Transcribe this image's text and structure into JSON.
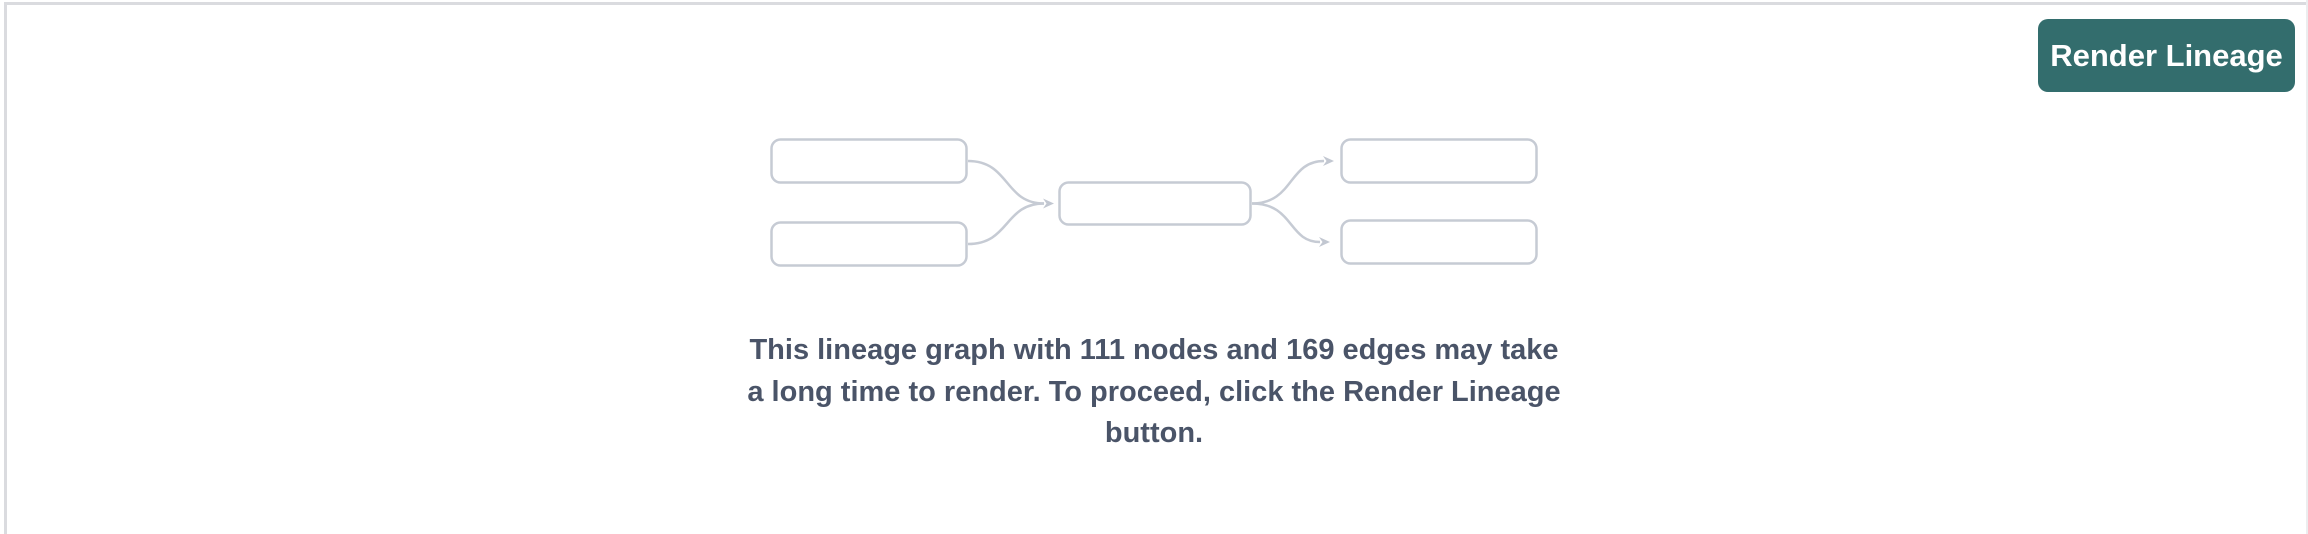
{
  "panel": {
    "background_color": "#ffffff",
    "border_color": "#dadbdf"
  },
  "header": {
    "render_lineage_button": {
      "label": "Render Lineage",
      "background_color": "#336d6d",
      "text_color": "#ffffff"
    }
  },
  "empty_state": {
    "node_count": 111,
    "edge_count": 169,
    "message": "This lineage graph with 111 nodes and 169 edges may take a long time to render. To proceed, click the Render Lineage button.",
    "message_lines": [
      "This lineage graph with 111 nodes and 169 edges may take",
      "a long time to render. To proceed, click the Render Lineage",
      "button."
    ],
    "text_color": "#4a5468",
    "placeholder_diagram": {
      "type": "lineage-graph-placeholder",
      "node_border_color": "#c6cbd4",
      "edge_color": "#c6cbd4",
      "nodes": 5,
      "edges": 4
    }
  }
}
